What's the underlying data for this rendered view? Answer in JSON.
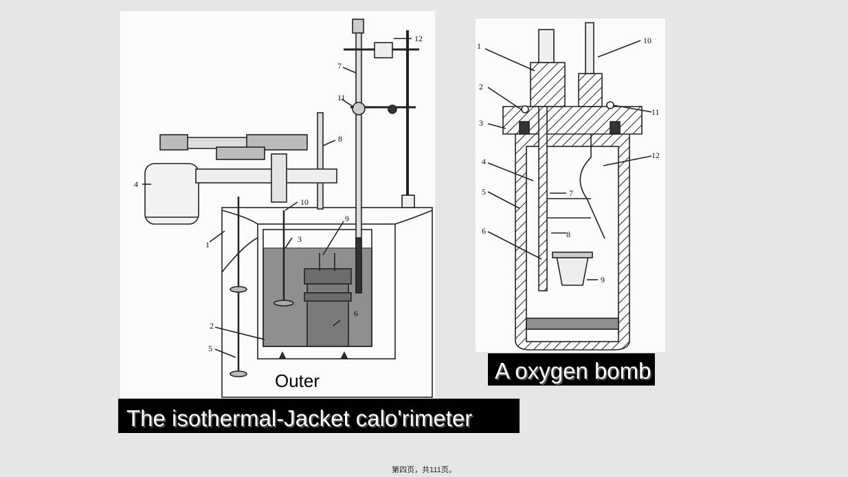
{
  "figures": {
    "left": {
      "outer_label": "Outer",
      "caption": "The isothermal-Jacket calo'rimeter",
      "callouts": [
        "1",
        "2",
        "3",
        "4",
        "5",
        "6",
        "7",
        "8",
        "9",
        "10",
        "11",
        "12"
      ]
    },
    "right": {
      "caption": "A oxygen bomb",
      "callouts": [
        "1",
        "2",
        "3",
        "4",
        "5",
        "6",
        "7",
        "8",
        "9",
        "10",
        "11",
        "12"
      ]
    }
  },
  "footer": "第四页，共111页。"
}
